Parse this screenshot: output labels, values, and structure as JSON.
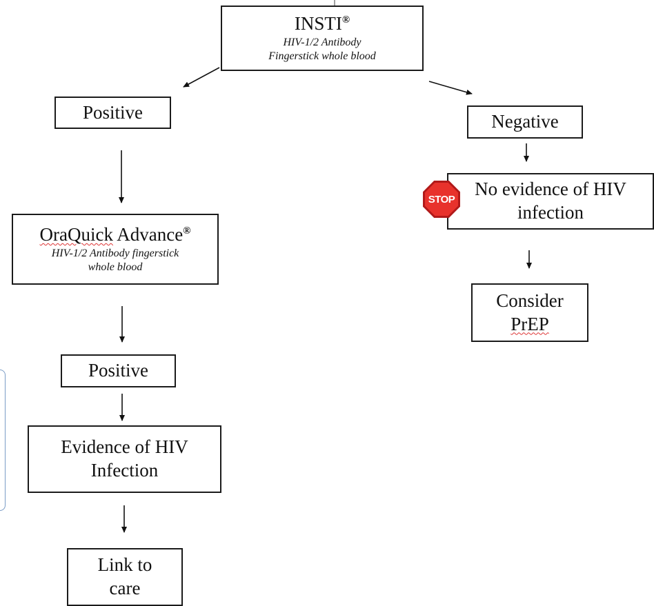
{
  "top_box": {
    "title": "INSTI",
    "title_mark": "®",
    "line1": "HIV-1/2 Antibody",
    "line2": "Fingerstick whole blood"
  },
  "positive_1": {
    "label": "Positive"
  },
  "negative": {
    "label": "Negative"
  },
  "oraquick": {
    "title_word": "OraQuick",
    "title_rest": " Advance",
    "title_mark": "®",
    "line1": "HIV-1/2 Antibody fingerstick",
    "line2": "whole blood"
  },
  "positive_2": {
    "label": "Positive"
  },
  "evidence": {
    "line1": "Evidence of HIV",
    "line2": "Infection"
  },
  "link_care": {
    "line1": "Link to",
    "line2": "care"
  },
  "no_evidence": {
    "line1": "No evidence of HIV",
    "line2": "infection"
  },
  "stop_sign": {
    "icon": "stop-sign-icon",
    "label": "STOP",
    "color": "#e8322c"
  },
  "consider": {
    "line1": "Consider",
    "line2": "PrEP"
  }
}
